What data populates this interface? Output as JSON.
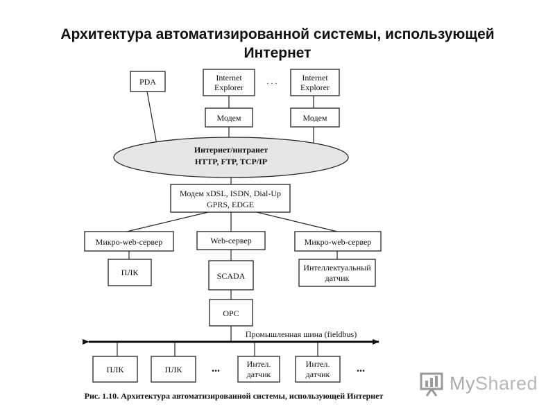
{
  "slide": {
    "title_line1": "Архитектура автоматизированной системы, использующей",
    "title_line2": "Интернет"
  },
  "diagram": {
    "pda": "PDA",
    "ie1_line1": "Internet",
    "ie1_line2": "Explorer",
    "ie2_line1": "Internet",
    "ie2_line2": "Explorer",
    "top_ellipsis": ". . .",
    "modem1": "Модем",
    "modem2": "Модем",
    "internet_line1": "Интернет/интранет",
    "internet_line2": "HTTP, FTP, TCP/IP",
    "gateway_line1": "Модем xDSL, ISDN, Dial-Up",
    "gateway_line2": "GPRS, EDGE",
    "micro_web_left": "Микро-web-сервер",
    "web_server": "Web-сервер",
    "micro_web_right": "Микро-web-сервер",
    "plc_mid": "ПЛК",
    "scada": "SCADA",
    "smart_sensor_line1": "Интеллектуальный",
    "smart_sensor_line2": "датчик",
    "opc": "OPC",
    "fieldbus": "Промышленная шина (fieldbus)",
    "bus_plc1": "ПЛК",
    "bus_plc2": "ПЛК",
    "bus_ellipsis1": "...",
    "bus_sensor1_line1": "Интел.",
    "bus_sensor1_line2": "датчик",
    "bus_sensor2_line1": "Интел.",
    "bus_sensor2_line2": "датчик",
    "bus_ellipsis2": "...",
    "caption": "Рис. 1.10. Архитектура автоматизированной системы, использующей Интернет"
  },
  "logo": {
    "text_my": "My",
    "text_rest": "Shared"
  }
}
